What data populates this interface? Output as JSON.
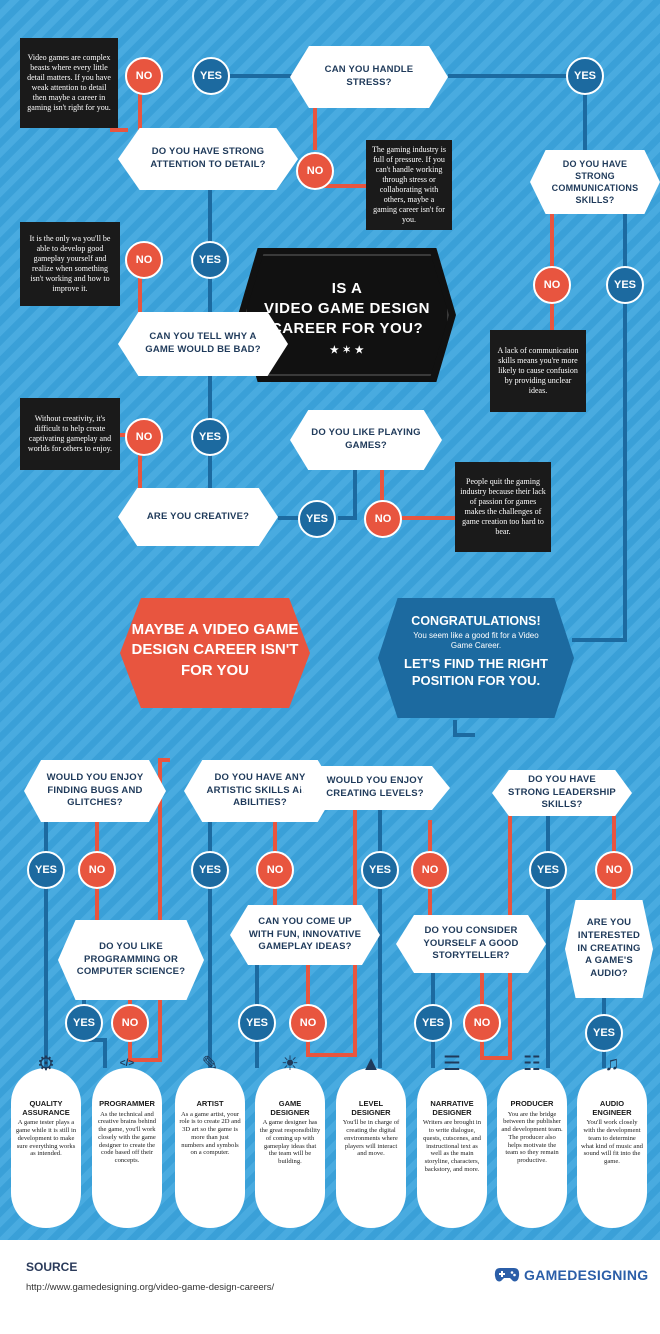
{
  "title": {
    "line1": "IS A",
    "line2": "VIDEO GAME DESIGN",
    "line3": "CAREER FOR YOU?",
    "stars": "★ ✶ ★"
  },
  "yes_label": "YES",
  "no_label": "NO",
  "questions": {
    "stress": "CAN YOU HANDLE STRESS?",
    "attention": "DO YOU HAVE STRONG ATTENTION TO DETAIL?",
    "communication": "DO YOU HAVE STRONG COMMUNICATIONS SKILLS?",
    "bad_game": "CAN YOU TELL WHY A GAME WOULD BE BAD?",
    "playing": "DO YOU LIKE PLAYING GAMES?",
    "creative": "ARE YOU CREATIVE?",
    "bugs": "WOULD YOU ENJOY FINDING BUGS AND GLITCHES?",
    "artistic": "DO YOU HAVE ANY ARTISTIC SKILLS AND ABILITIES?",
    "levels": "WOULD YOU ENJOY CREATING LEVELS?",
    "leadership": "DO YOU HAVE STRONG LEADERSHIP SKILLS?",
    "programming": "DO YOU LIKE PROGRAMMING OR COMPUTER SCIENCE?",
    "ideas": "CAN YOU COME UP WITH FUN, INNOVATIVE GAMEPLAY IDEAS?",
    "storyteller": "DO YOU CONSIDER YOURSELF A GOOD STORYTELLER?",
    "audio": "ARE YOU INTERESTED IN CREATING A GAME'S AUDIO?"
  },
  "notes": {
    "detail": "Video games are complex beasts where every little detail matters. If you have weak attention to detail then maybe a career in gaming isn't right for you.",
    "pressure": "The gaming industry is full of pressure. If you can't handle working through stress or collaborating with others, maybe a gaming career isn't for you.",
    "gameplay": "It is the only wa you'll be able to develop good gameplay yourself and realize when something isn't working and how to improve it.",
    "communication": "A lack of communication skills means you're more likely to cause confusion by providing unclear ideas.",
    "creativity": "Without creativity, it's difficult to help create captivating gameplay and worlds for others to enjoy.",
    "passion": "People quit the gaming industry because their lack of passion for games makes the challenges of game creation too hard to bear."
  },
  "maybe": "MAYBE A VIDEO GAME DESIGN CAREER ISN'T FOR YOU",
  "congrats": {
    "heading": "CONGRATULATIONS!",
    "body": "You seem like a good fit for a Video Game Career.",
    "cta": "LET'S FIND THE RIGHT POSITION FOR YOU."
  },
  "roles": [
    {
      "icon": "gear-icon",
      "title": "QUALITY ASSURANCE",
      "desc": "A game tester plays a game while it is still in development to make sure everything works as intended."
    },
    {
      "icon": "code-window-icon",
      "title": "PROGRAMMER",
      "desc": "As the technical and creative brains behind the game, you'll work closely with the game designer to create the code based off their concepts."
    },
    {
      "icon": "pencil-cup-icon",
      "title": "ARTIST",
      "desc": "As a game artist, your role is to create 2D and 3D art so the game is more than just numbers and symbols on a computer."
    },
    {
      "icon": "lightbulb-icon",
      "title": "GAME DESIGNER",
      "desc": "A game designer has the great responsibility of coming up with gameplay ideas that the team will be building."
    },
    {
      "icon": "level-map-icon",
      "title": "LEVEL DESIGNER",
      "desc": "You'll be in charge of creating the digital environments where players will interact and move."
    },
    {
      "icon": "notebook-icon",
      "title": "NARRATIVE DESIGNER",
      "desc": "Writers are brought in to write dialogue, quests, cutscenes, and instructional text as well as the main storyline, characters, backstory, and more."
    },
    {
      "icon": "org-chart-icon",
      "title": "PRODUCER",
      "desc": "You are the bridge between the publisher and development team. The producer also helps motivate the team so they remain productive."
    },
    {
      "icon": "speaker-icon",
      "title": "AUDIO ENGINEER",
      "desc": "You'll work closely with the development team to determine what kind of music and sound will fit into the game."
    }
  ],
  "footer": {
    "source_label": "SOURCE",
    "source_url": "http://www.gamedesigning.org/video-game-design-careers/",
    "logo_text": "GAMEDESIGNING",
    "logo_icon": "gamepad-icon"
  },
  "colors": {
    "yes": "#1c6aa0",
    "no": "#e8553f",
    "background": "#3aa0d8",
    "note": "#1a1a1a"
  }
}
